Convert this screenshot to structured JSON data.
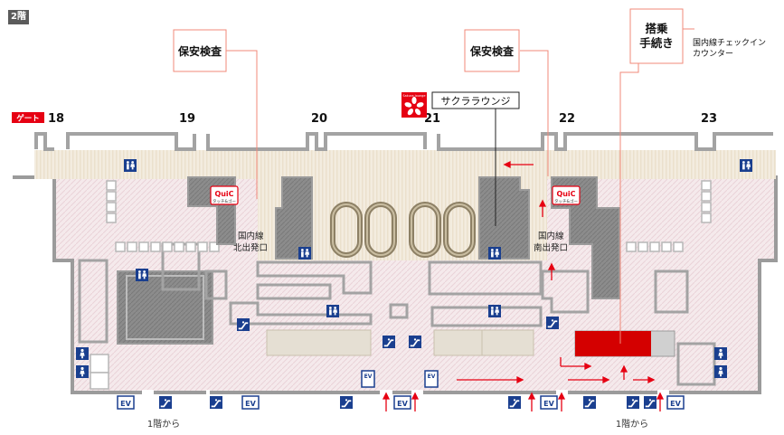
{
  "floor_label": "2階",
  "gate_prefix": "ゲート",
  "gates": [
    "18",
    "19",
    "20",
    "21",
    "22",
    "23"
  ],
  "security_check": "保安検査",
  "sakura_lounge": "サクララウンジ",
  "lounge_logo_text": "Sakura lounge",
  "boarding_proc_line1": "搭乗",
  "boarding_proc_line2": "手続き",
  "checkin_counter_line1": "国内線チェックイン",
  "checkin_counter_line2": "カウンター",
  "north_exit_line1": "国内線",
  "north_exit_line2": "北出発口",
  "south_exit_line1": "国内線",
  "south_exit_line2": "南出発口",
  "quic_logo": "QuiC",
  "quic_sub": "タッチ&ゴー",
  "from_1f": "1階から",
  "ev_label": "EV",
  "big_letters": "OO OO",
  "colors": {
    "accent_red": "#e60012",
    "counter_red": "#d40000",
    "wall_gray": "#9b9b9b",
    "floor_pink": "#f3e8ea",
    "corridor": "#f2ebde",
    "toilet_blue": "#1a3f8f"
  }
}
